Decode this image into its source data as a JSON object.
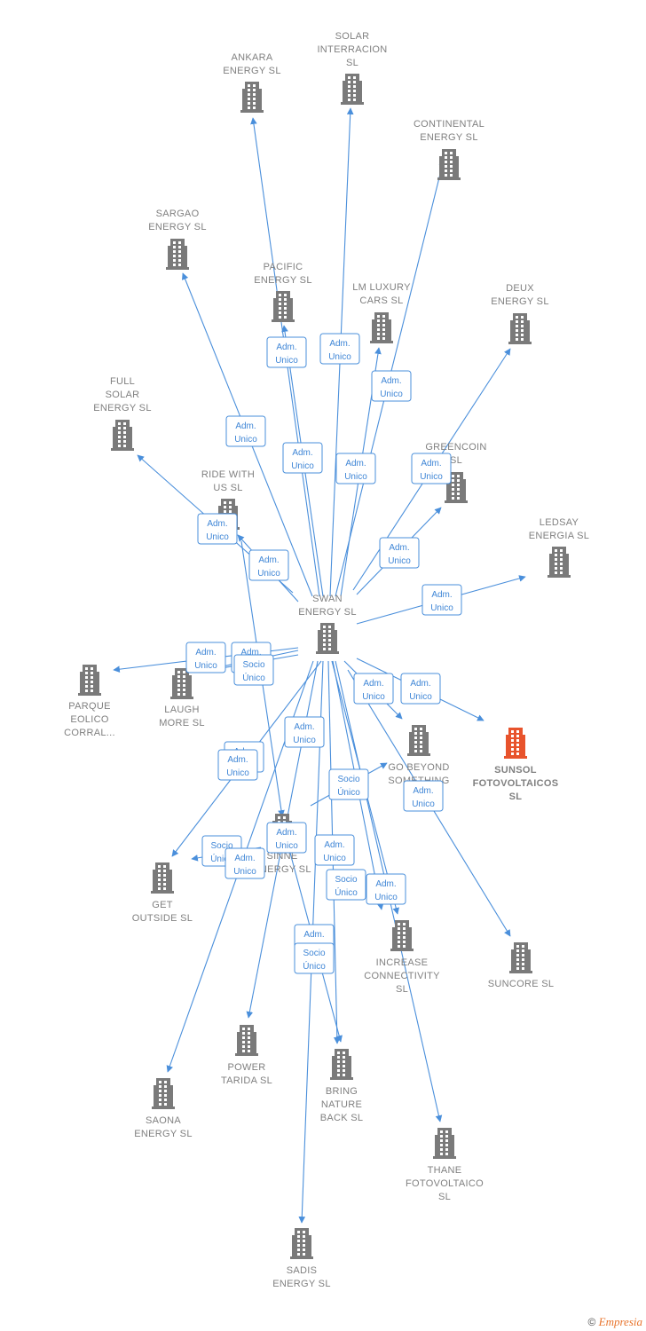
{
  "colors": {
    "edge": "#4a8fdb",
    "building": "#7a7a7a",
    "highlight": "#e8532c",
    "label": "#808080"
  },
  "center": {
    "id": "swan",
    "label": [
      "SWAN",
      "ENERGY  SL"
    ]
  },
  "nodes": [
    {
      "id": "ankara",
      "label": [
        "ANKARA",
        "ENERGY  SL"
      ]
    },
    {
      "id": "solar",
      "label": [
        "SOLAR",
        "INTERRACION",
        "SL"
      ]
    },
    {
      "id": "continental",
      "label": [
        "CONTINENTAL",
        "ENERGY  SL"
      ]
    },
    {
      "id": "sargao",
      "label": [
        "SARGAO",
        "ENERGY  SL"
      ]
    },
    {
      "id": "pacific",
      "label": [
        "PACIFIC",
        "ENERGY  SL"
      ]
    },
    {
      "id": "lmluxury",
      "label": [
        "LM LUXURY",
        "CARS  SL"
      ]
    },
    {
      "id": "deux",
      "label": [
        "DEUX",
        "ENERGY  SL"
      ]
    },
    {
      "id": "fullsolar",
      "label": [
        "FULL",
        "SOLAR",
        "ENERGY  SL"
      ]
    },
    {
      "id": "greencoin",
      "label": [
        "GREENCOIN",
        "SL"
      ]
    },
    {
      "id": "ridewithus",
      "label": [
        "RIDE WITH",
        "US  SL"
      ]
    },
    {
      "id": "ledsay",
      "label": [
        "LEDSAY",
        "ENERGIA  SL"
      ]
    },
    {
      "id": "parque",
      "label": [
        "PARQUE",
        "EOLICO",
        "CORRAL..."
      ]
    },
    {
      "id": "laughmore",
      "label": [
        "LAUGH",
        "MORE  SL"
      ]
    },
    {
      "id": "gobeyond",
      "label": [
        "GO BEYOND",
        "SOMETHING"
      ]
    },
    {
      "id": "sunsol",
      "label": [
        "SUNSOL",
        "FOTOVOLTAICOS",
        "SL"
      ],
      "highlight": true
    },
    {
      "id": "sinne",
      "label": [
        "SINNE",
        "ENERGY  SL"
      ]
    },
    {
      "id": "getoutside",
      "label": [
        "GET",
        "OUTSIDE  SL"
      ]
    },
    {
      "id": "increase",
      "label": [
        "INCREASE",
        "CONNECTIVITY",
        "SL"
      ]
    },
    {
      "id": "suncore",
      "label": [
        "SUNCORE  SL"
      ]
    },
    {
      "id": "powertarida",
      "label": [
        "POWER",
        "TARIDA  SL"
      ]
    },
    {
      "id": "bringnature",
      "label": [
        "BRING",
        "NATURE",
        "BACK  SL"
      ]
    },
    {
      "id": "saona",
      "label": [
        "SAONA",
        "ENERGY  SL"
      ]
    },
    {
      "id": "thane",
      "label": [
        "THANE",
        "FOTOVOLTAICO",
        "SL"
      ]
    },
    {
      "id": "sadis",
      "label": [
        "SADIS",
        "ENERGY  SL"
      ]
    }
  ],
  "relations": [
    {
      "to": "ankara",
      "label": [
        "Adm.",
        "Unico"
      ]
    },
    {
      "to": "solar",
      "label": [
        "Adm.",
        "Unico"
      ]
    },
    {
      "to": "continental",
      "label": [
        "Adm.",
        "Unico"
      ]
    },
    {
      "to": "sargao",
      "label": [
        "Adm.",
        "Unico"
      ]
    },
    {
      "to": "pacific",
      "label": [
        "Adm.",
        "Unico"
      ]
    },
    {
      "to": "lmluxury",
      "label": [
        "Adm.",
        "Unico"
      ]
    },
    {
      "to": "deux",
      "label": [
        "Adm.",
        "Unico"
      ]
    },
    {
      "to": "fullsolar",
      "label": [
        "Adm.",
        "Unico"
      ]
    },
    {
      "to": "greencoin",
      "label": [
        "Adm.",
        "Unico"
      ]
    },
    {
      "to": "ridewithus",
      "label": [
        "Adm.",
        "Unico"
      ]
    },
    {
      "to": "ledsay",
      "label": [
        "Adm.",
        "Unico"
      ]
    },
    {
      "to": "parque",
      "label": [
        "Adm.",
        "Unico"
      ]
    },
    {
      "to": "laughmore",
      "label": [
        "Adm.",
        "Unico"
      ]
    },
    {
      "to": "laughmore_s",
      "label": [
        "Socio",
        "Único"
      ]
    },
    {
      "to": "gobeyond",
      "label": [
        "Adm.",
        "Unico"
      ]
    },
    {
      "to": "gobeyond_s",
      "label": [
        "Socio",
        "Único"
      ]
    },
    {
      "to": "sunsol",
      "label": [
        "Adm.",
        "Unico"
      ]
    },
    {
      "to": "sinne",
      "label": [
        "Adm.",
        "Unico"
      ]
    },
    {
      "to": "getoutside",
      "label": [
        "Adm.",
        "Unico"
      ]
    },
    {
      "to": "getoutside_s",
      "label": [
        "Socio",
        "Único"
      ]
    },
    {
      "to": "increase",
      "label": [
        "Adm.",
        "Unico"
      ]
    },
    {
      "to": "increase_s",
      "label": [
        "Socio",
        "Único"
      ]
    },
    {
      "to": "suncore",
      "label": [
        "Adm.",
        "Unico"
      ]
    },
    {
      "to": "powertarida",
      "label": [
        "Adm.",
        "Unico"
      ]
    },
    {
      "to": "bringnature",
      "label": [
        "Adm.",
        "Unico"
      ]
    },
    {
      "to": "bringnature_s",
      "label": [
        "Socio",
        "Único"
      ]
    },
    {
      "to": "saona",
      "label": [
        "Adm.",
        "Unico"
      ]
    },
    {
      "to": "thane",
      "label": [
        "Adm.",
        "Unico"
      ]
    },
    {
      "to": "sadis",
      "label": [
        "Adm.",
        "Unico"
      ]
    }
  ],
  "footer": {
    "copyright": "©",
    "brand": "Empresia"
  }
}
